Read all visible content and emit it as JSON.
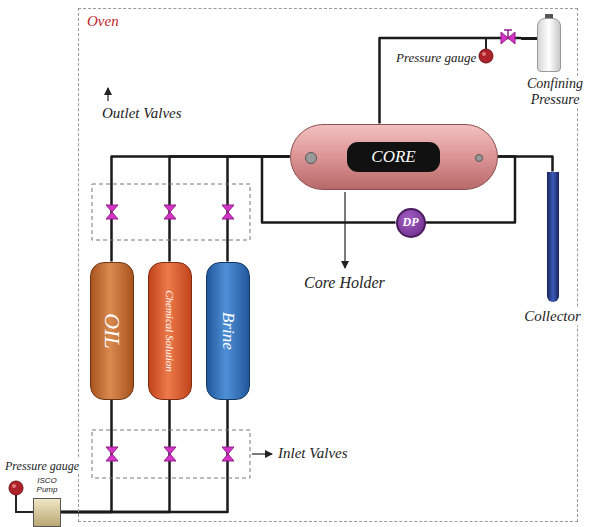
{
  "diagram": {
    "nodes": [
      {
        "text": [
          "Oven"
        ]
      },
      {
        "text": [
          "OIL"
        ],
        "in": 0
      },
      {
        "text": [
          "Chemical Solution"
        ],
        "in": 0
      },
      {
        "text": [
          "Brine"
        ],
        "in": 0
      },
      {
        "text": [
          "CORE"
        ],
        "in": 0
      },
      {
        "text": [
          "DP"
        ],
        "in": 0
      },
      {
        "text": [
          "Collector"
        ],
        "in": 0
      },
      {
        "text": [
          "Confining Pressure"
        ]
      },
      {
        "text": [
          "ISCO Pump"
        ]
      }
    ],
    "edges": [
      {
        "from": 1,
        "to": 4,
        "arrow": "none"
      },
      {
        "from": 2,
        "to": 4,
        "arrow": "none"
      },
      {
        "from": 3,
        "to": 4,
        "arrow": "none"
      },
      {
        "from": 4,
        "to": 5,
        "arrow": "none"
      },
      {
        "from": 5,
        "to": 4,
        "arrow": "none"
      },
      {
        "from": 4,
        "to": 6,
        "arrow": "none"
      },
      {
        "from": 7,
        "to": 4,
        "arrow": "none"
      },
      {
        "from": 8,
        "to": 1,
        "arrow": "none"
      },
      {
        "from": 8,
        "to": 2,
        "arrow": "none"
      },
      {
        "from": 8,
        "to": 3,
        "arrow": "none"
      }
    ],
    "labels": [
      "Outlet Valves",
      "Pressure gauge",
      "Core Holder",
      "Inlet Valves",
      "Pressure gauge"
    ]
  }
}
